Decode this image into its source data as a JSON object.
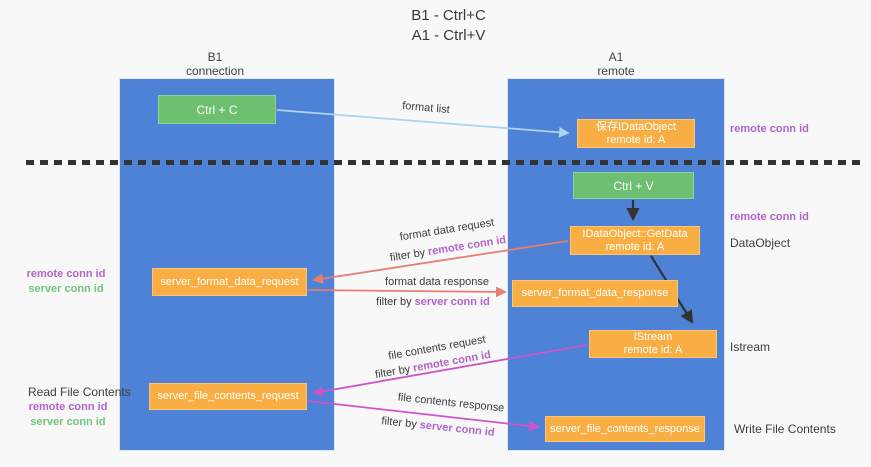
{
  "title": {
    "line1": "B1 - Ctrl+C",
    "line2": "A1 - Ctrl+V"
  },
  "lifelines": {
    "left": {
      "name": "B1",
      "role": "connection"
    },
    "right": {
      "name": "A1",
      "role": "remote"
    }
  },
  "nodes": {
    "ctrl_c": "Ctrl + C",
    "ctrl_v": "Ctrl + V",
    "save_dataobject": {
      "line1": "保存IDataObject",
      "line2": "remote id: A"
    },
    "getdata": {
      "line1": "IDataObject::GetData",
      "line2": "remote id: A"
    },
    "istream": {
      "line1": "IStream",
      "line2": "remote id: A"
    },
    "format_request": "server_format_data_request",
    "format_response": "server_format_data_response",
    "file_request": "server_file_contents_request",
    "file_response": "server_file_contents_response"
  },
  "side_labels": {
    "remote_conn_top": "remote conn id",
    "remote_conn_mid": "remote conn id",
    "dataobject": "DataObject",
    "istream": "Istream",
    "write_file_contents": "Write File Contents",
    "read_file_contents": "Read File Contents",
    "left_remote_conn_1": "remote conn id",
    "left_server_conn_1": "server conn id",
    "left_remote_conn_2": "remote conn id",
    "left_server_conn_2": "server conn id"
  },
  "arrow_labels": {
    "format_list": "format list",
    "format_data_request": "format data request",
    "format_data_response": "format data response",
    "file_contents_request": "file contents request",
    "file_contents_response": "file contents response",
    "filter_by": "filter by",
    "remote_conn_id": "remote conn id",
    "server_conn_id": "server conn id"
  },
  "colors": {
    "lifeline_fill": "#4e82d6",
    "node_green": "#6cc06f",
    "node_orange": "#f9ae44",
    "arrow_blue": "#a9d5f1",
    "arrow_red": "#e87d72",
    "arrow_magenta": "#cc55cc",
    "arrow_black": "#333333",
    "label_purple": "#b264c9",
    "label_green": "#72c57c",
    "background": "#f8f8f9"
  }
}
